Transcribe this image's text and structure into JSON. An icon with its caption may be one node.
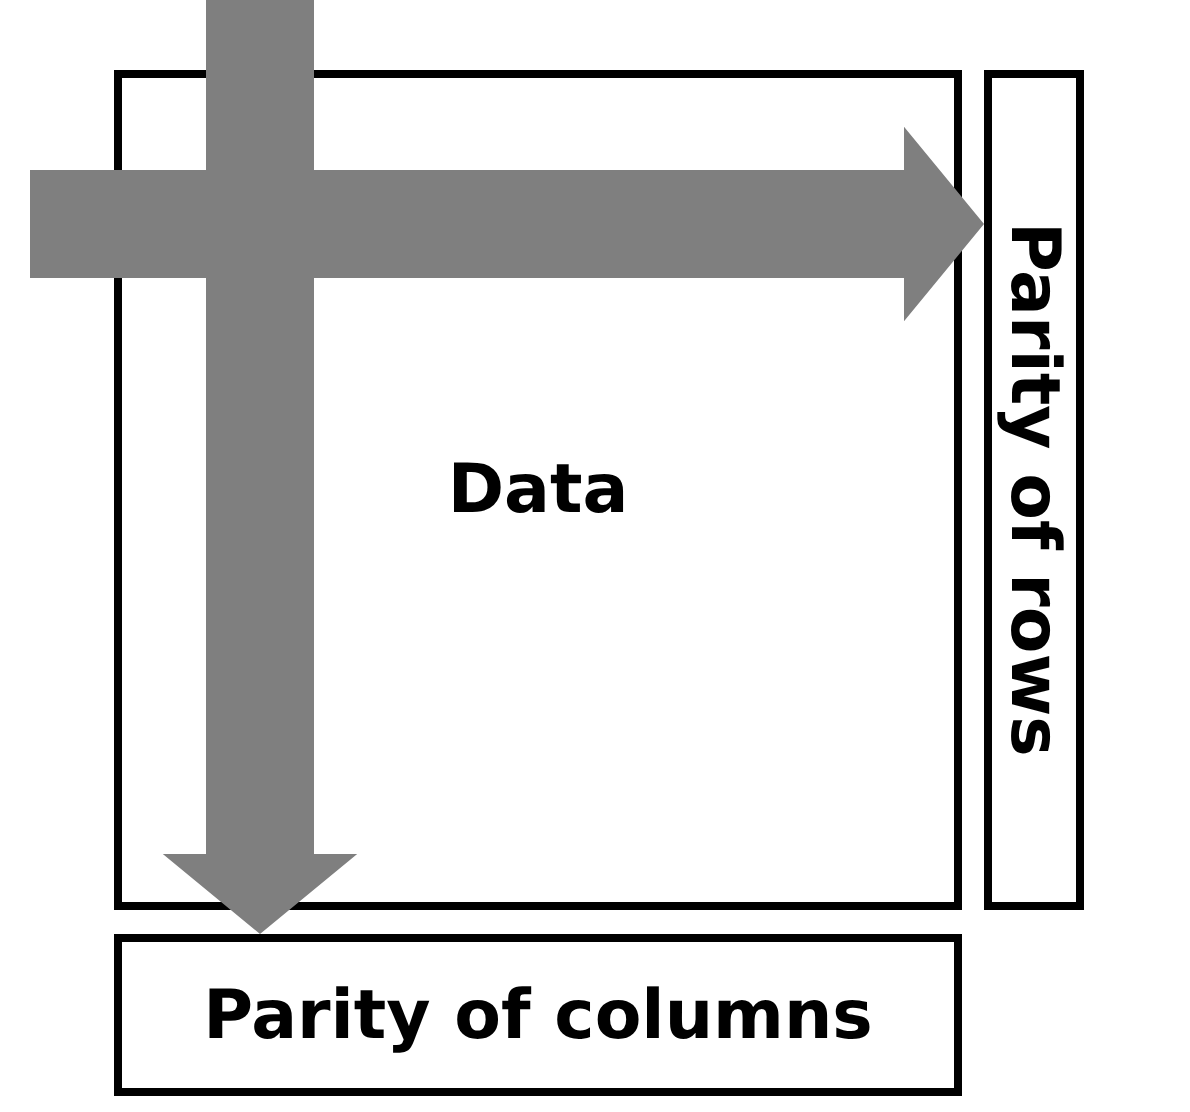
{
  "diagram": {
    "nodes": [
      {
        "text": [
          "Data"
        ]
      },
      {
        "text": [
          "Parity of rows"
        ]
      },
      {
        "text": [
          "Parity of columns"
        ]
      }
    ],
    "edges": [
      {
        "from": null,
        "to": 1,
        "arrow": "to",
        "style": "thick"
      },
      {
        "from": null,
        "to": 2,
        "arrow": "to",
        "style": "thick"
      }
    ]
  }
}
